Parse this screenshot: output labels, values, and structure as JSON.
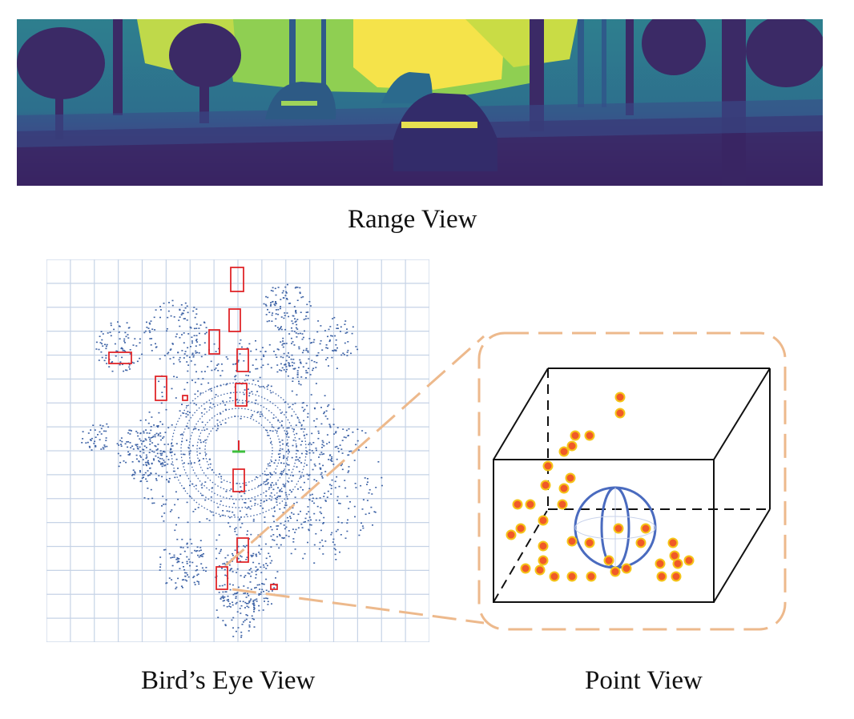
{
  "captions": {
    "range_view": "Range View",
    "birds_eye_view": "Bird’s Eye View",
    "point_view": "Point View"
  },
  "colors": {
    "range_dark": "#3b1f5e",
    "range_mid": "#2f6a8e",
    "range_teal": "#2a9d8f",
    "range_green": "#8fcf52",
    "range_yellow": "#f5e34a",
    "bev_grid": "#c6d3e6",
    "bev_points": "#3e63a6",
    "bev_boxes": "#e0262a",
    "connector": "#edb98c",
    "box_edges": "#111111",
    "sphere": "#4a6bbf",
    "point_fill": "#f05a28",
    "point_stroke": "#f5c518"
  },
  "icons": {
    "ego_marker": "ego-vehicle-icon"
  }
}
